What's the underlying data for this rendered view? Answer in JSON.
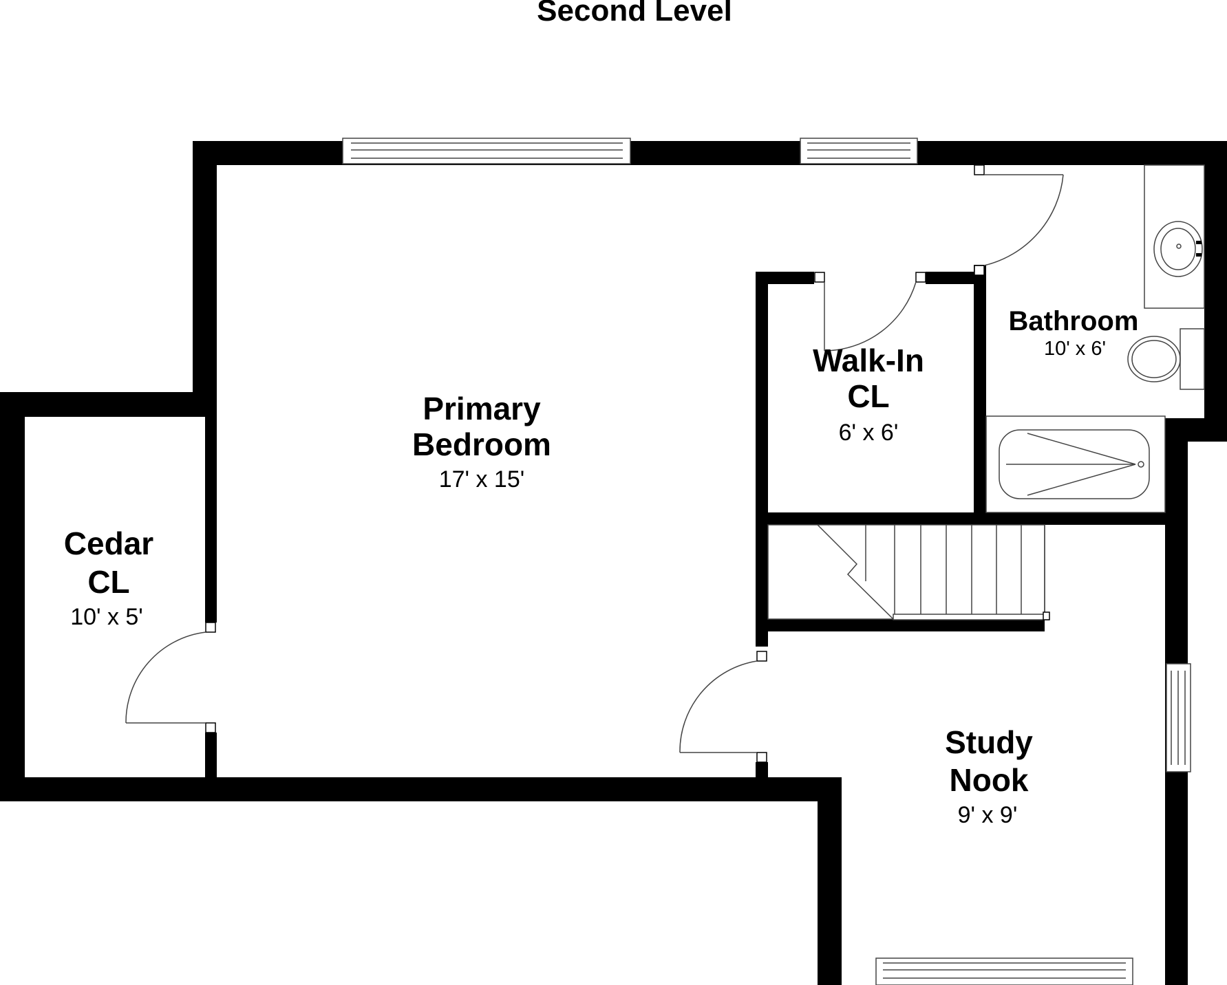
{
  "title": "Second Level",
  "rooms": {
    "primary_bedroom": {
      "name_line1": "Primary",
      "name_line2": "Bedroom",
      "dimensions": "17' x 15'"
    },
    "walk_in_cl": {
      "name_line1": "Walk-In",
      "name_line2": "CL",
      "dimensions": "6' x 6'"
    },
    "bathroom": {
      "name": "Bathroom",
      "dimensions": "10' x 6'"
    },
    "cedar_cl": {
      "name_line1": "Cedar",
      "name_line2": "CL",
      "dimensions": "10' x 5'"
    },
    "study_nook": {
      "name_line1": "Study",
      "name_line2": "Nook",
      "dimensions": "9' x 9'"
    }
  },
  "colors": {
    "wall": "#000000",
    "background": "#ffffff",
    "fixture_line": "#444444"
  }
}
